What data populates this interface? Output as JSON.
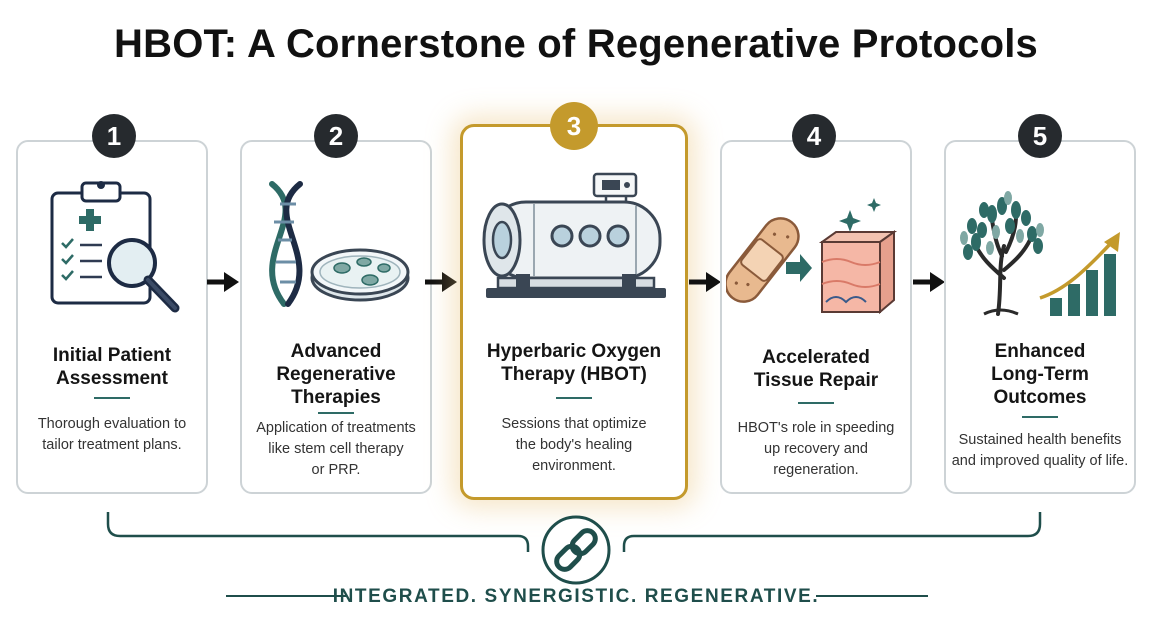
{
  "title": "HBOT: A Cornerstone of Regenerative Protocols",
  "steps": [
    {
      "number": "1",
      "title_lines": [
        "Initial Patient",
        "Assessment"
      ],
      "desc_lines": [
        "Thorough evaluation to",
        "tailor treatment plans."
      ]
    },
    {
      "number": "2",
      "title_lines": [
        "Advanced",
        "Regenerative",
        "Therapies"
      ],
      "desc_lines": [
        "Application of treatments",
        "like stem cell therapy",
        "or PRP."
      ]
    },
    {
      "number": "3",
      "title_lines": [
        "Hyperbaric Oxygen",
        "Therapy (HBOT)"
      ],
      "desc_lines": [
        "Sessions that optimize",
        "the body's healing",
        "environment."
      ]
    },
    {
      "number": "4",
      "title_lines": [
        "Accelerated",
        "Tissue Repair"
      ],
      "desc_lines": [
        "HBOT's role in speeding",
        "up recovery and",
        "regeneration."
      ]
    },
    {
      "number": "5",
      "title_lines": [
        "Enhanced",
        "Long-Term",
        "Outcomes"
      ],
      "desc_lines": [
        "Sustained health benefits",
        "and improved quality of life."
      ]
    }
  ],
  "tagline": "INTEGRATED. SYNERGISTIC. REGENERATIVE.",
  "icons": {
    "step1": "clipboard-magnifier-icon",
    "step2": "dna-petri-dish-icon",
    "step3": "hyperbaric-chamber-icon",
    "step4": "bandage-skin-tissue-icon",
    "step5": "tree-growth-chart-icon",
    "footer": "chain-link-icon"
  },
  "colors": {
    "accent_teal": "#2e6b66",
    "highlight_gold": "#c49a2c",
    "badge_dark": "#262a2e",
    "card_border": "#cdd3d6"
  }
}
